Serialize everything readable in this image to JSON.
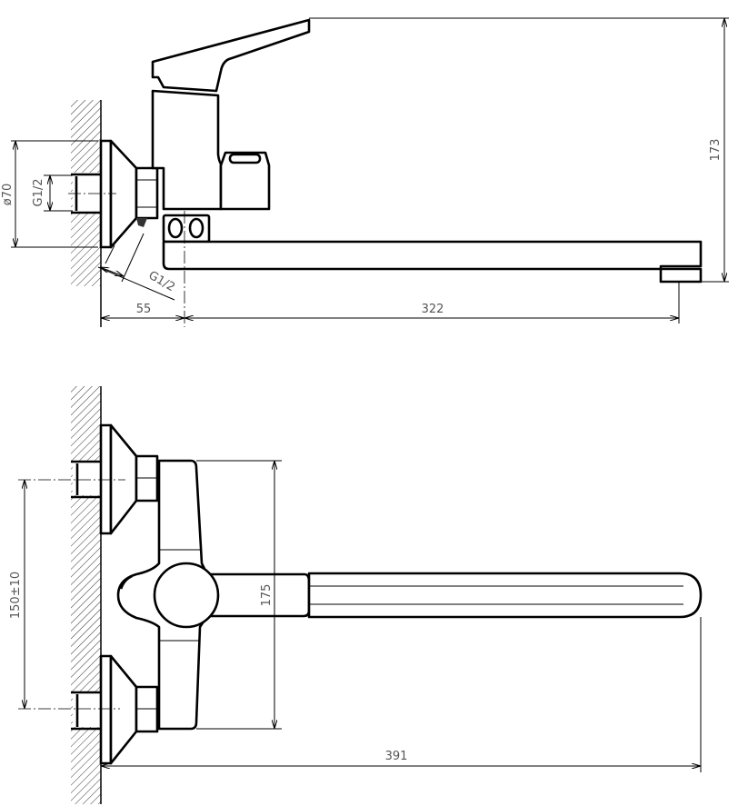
{
  "title": "Wall-mounted bath mixer with long spout - technical drawing",
  "side_view": {
    "dimensions": {
      "height": "173",
      "wall_to_axis": "55",
      "spout_reach": "322",
      "flange_diameter": "ø70",
      "inlet_thread": "G1/2",
      "outlet_thread": "G1/2"
    }
  },
  "top_view": {
    "dimensions": {
      "body_height": "175",
      "inlet_spacing": "150±10",
      "total_reach": "391"
    }
  },
  "colors": {
    "line": "#000000",
    "dimension_text": "#555555"
  }
}
